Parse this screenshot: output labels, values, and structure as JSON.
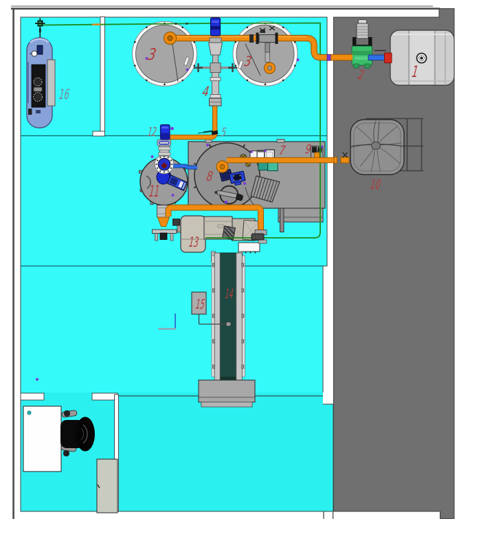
{
  "drawing": {
    "type": "plant-equipment-layout-plan-top-view",
    "labels": [
      {
        "text": "1"
      },
      {
        "text": "2"
      },
      {
        "text": "3"
      },
      {
        "text": "3"
      },
      {
        "text": "4"
      },
      {
        "text": "5"
      },
      {
        "text": "7"
      },
      {
        "text": "8"
      },
      {
        "text": "9"
      },
      {
        "text": "10"
      },
      {
        "text": "11"
      },
      {
        "text": "12"
      },
      {
        "text": "13"
      },
      {
        "text": "14"
      },
      {
        "text": "15"
      },
      {
        "text": "16"
      }
    ]
  },
  "colors": {
    "floor-upper": "#35fafa",
    "floor-lower": "#2bf0f0",
    "yard": "#707070",
    "platform": "#9c9c9c",
    "tank-gray": "#a6a6a6",
    "tank8-gray": "#929292",
    "pipe-orange": "#ef8b10",
    "pipe-orange-dark": "#9a5c00",
    "pipe-green": "#1c8a1c",
    "pipe-blue": "#2e6fe8",
    "motor-blue": "#1e2fd8",
    "pump-green": "#3bbe6a",
    "fitting-red": "#d42a1e",
    "machine-beige": "#c7c3b7",
    "conveyor-teal": "#1d4942",
    "conveyor-frame": "#c6c6c6",
    "bag-gray": "#8f8f8f",
    "tank16-blue": "#87a2d8",
    "wall-line": "#4a4a4a",
    "floor-line": "#0e6868",
    "label-red": "#b03b3b",
    "label-gray": "#7b8291",
    "label-muted": "#9a5f66",
    "violet-dot": "#7a3bd6",
    "white": "#ffffff"
  }
}
